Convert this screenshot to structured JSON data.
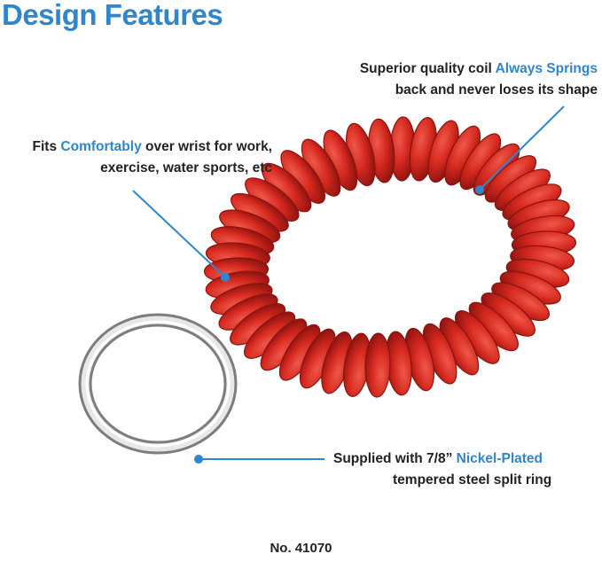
{
  "title": "Design Features",
  "callouts": {
    "springs": {
      "line1_pre": "Superior quality coil ",
      "line1_highlight": "Always Springs",
      "line2": "back and never loses its shape"
    },
    "comfort": {
      "line1_pre": "Fits ",
      "line1_highlight": "Comfortably",
      "line1_post": " over wrist for work,",
      "line2": "exercise, water sports, etc"
    },
    "ring": {
      "line1_pre": "Supplied with 7/8” ",
      "line1_highlight": "Nickel-Plated",
      "line2": "tempered steel split ring"
    }
  },
  "model_number": "No. 41070",
  "colors": {
    "accent": "#2f86cc",
    "coil": "#d4281e",
    "text": "#222222"
  }
}
